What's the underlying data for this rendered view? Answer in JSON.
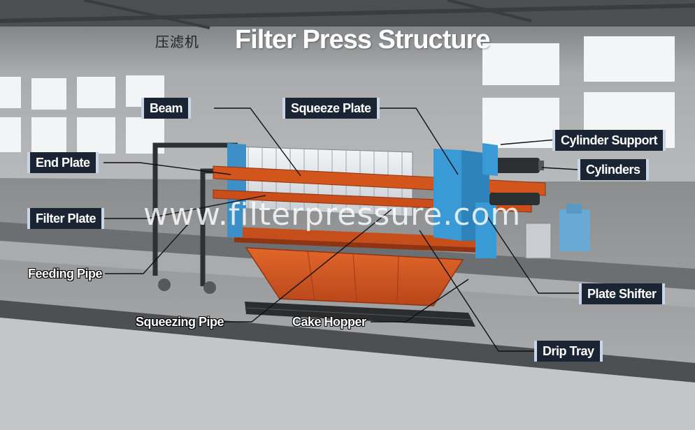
{
  "header": {
    "chinese_title": "压滤机",
    "title": "Filter Press Structure"
  },
  "watermark": "www.filterpressure.com",
  "labels": {
    "beam": "Beam",
    "squeeze_plate": "Squeeze Plate",
    "cylinder_support": "Cylinder Support",
    "cylinders": "Cylinders",
    "end_plate": "End Plate",
    "filter_plate": "Filter Plate",
    "feeding_pipe": "Feeding Pipe",
    "plate_shifter": "Plate Shifter",
    "squeezing_pipe": "Squeezing Pipe",
    "cake_hopper": "Cake Hopper",
    "drip_tray": "Drip Tray"
  },
  "colors": {
    "frame_orange": "#d2551c",
    "head_blue": "#3a9ad6",
    "plates_white": "#e8ecef",
    "label_bg": "#1a2433",
    "floor": "#9a9c9e"
  }
}
